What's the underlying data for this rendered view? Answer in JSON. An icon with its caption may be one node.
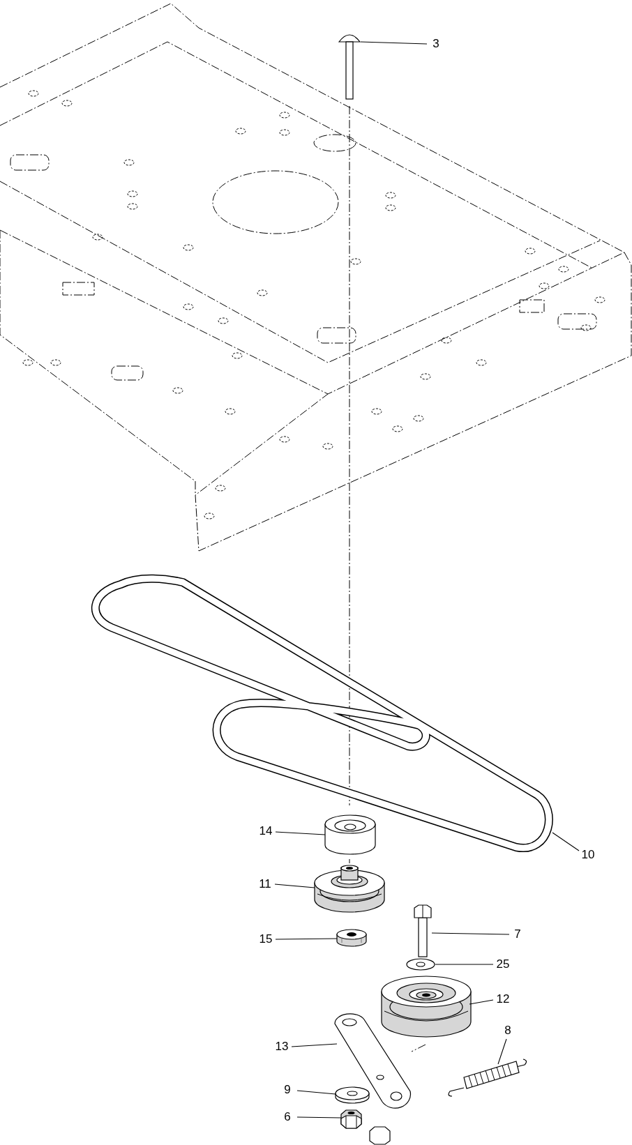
{
  "diagram": {
    "nodes": [
      {
        "text": [
          "3"
        ]
      },
      {
        "text": [
          "14"
        ]
      },
      {
        "text": [
          "10"
        ]
      },
      {
        "text": [
          "11"
        ]
      },
      {
        "text": [
          "15"
        ]
      },
      {
        "text": [
          "7"
        ]
      },
      {
        "text": [
          "25"
        ]
      },
      {
        "text": [
          "12"
        ]
      },
      {
        "text": [
          "13"
        ]
      },
      {
        "text": [
          "8"
        ]
      },
      {
        "text": [
          "9"
        ]
      },
      {
        "text": [
          "6"
        ]
      },
      {
        "text": [],
        "shape": "picture"
      },
      {
        "text": [],
        "shape": "picture"
      },
      {
        "text": [],
        "shape": "picture"
      },
      {
        "text": [],
        "shape": "picture"
      },
      {
        "text": [],
        "shape": "picture"
      },
      {
        "text": [],
        "shape": "picture"
      },
      {
        "text": [],
        "shape": "picture"
      },
      {
        "text": [],
        "shape": "picture"
      },
      {
        "text": [],
        "shape": "picture"
      },
      {
        "text": [],
        "shape": "picture"
      },
      {
        "text": [],
        "shape": "picture"
      },
      {
        "text": [],
        "shape": "picture"
      }
    ],
    "edges": [
      {
        "from": 0,
        "to": 12,
        "arrow": "none"
      },
      {
        "from": 1,
        "to": 13,
        "arrow": "none"
      },
      {
        "from": 2,
        "to": 14,
        "arrow": "none"
      },
      {
        "from": 3,
        "to": 15,
        "arrow": "none"
      },
      {
        "from": 4,
        "to": 16,
        "arrow": "none"
      },
      {
        "from": 5,
        "to": 17,
        "arrow": "none"
      },
      {
        "from": 6,
        "to": 18,
        "arrow": "none"
      },
      {
        "from": 7,
        "to": 19,
        "arrow": "none"
      },
      {
        "from": 8,
        "to": 20,
        "arrow": "none"
      },
      {
        "from": 9,
        "to": 21,
        "arrow": "none"
      },
      {
        "from": 10,
        "to": 22,
        "arrow": "none"
      },
      {
        "from": 11,
        "to": 23,
        "arrow": "none"
      }
    ]
  }
}
